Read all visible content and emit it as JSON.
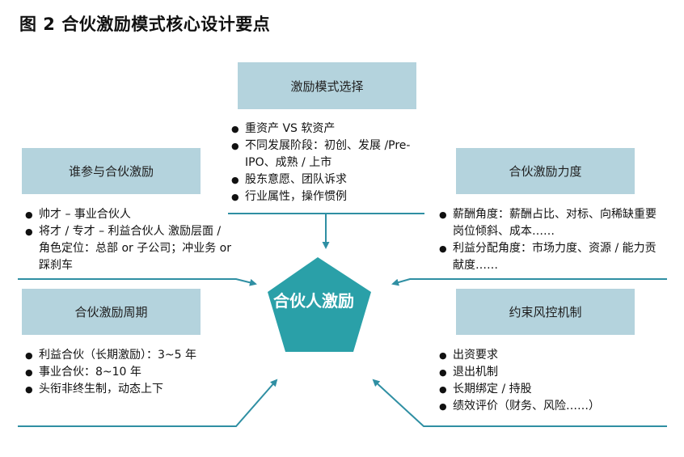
{
  "title": "图 2  合伙激励模式核心设计要点",
  "center": {
    "label": "合伙人激励"
  },
  "colors": {
    "box_fill": "#b4d3dd",
    "center_fill": "#2aa0a8",
    "arrow": "#2f8fa3"
  },
  "boxes": {
    "top": "激励模式选择",
    "left_top": "谁参与合伙激励",
    "right_top": "合伙激励力度",
    "left_bottom": "合伙激励周期",
    "right_bottom": "约束风控机制"
  },
  "lists": {
    "top": [
      "重资产 VS 软资产",
      "不同发展阶段：初创、发展 /Pre-IPO、成熟 / 上市",
      "股东意愿、团队诉求",
      "行业属性，操作惯例"
    ],
    "left_top": [
      "帅才 – 事业合伙人",
      "将才 / 专才 – 利益合伙人 激励层面 / 角色定位：总部 or 子公司；冲业务 or 踩刹车"
    ],
    "right_top": [
      "薪酬角度：薪酬占比、对标、向稀缺重要岗位倾斜、成本……",
      "利益分配角度：市场力度、资源 / 能力贡献度……"
    ],
    "left_bottom": [
      "利益合伙（长期激励）：3~5 年",
      "事业合伙：8~10 年",
      "头衔非终生制，动态上下"
    ],
    "right_bottom": [
      "出资要求",
      "退出机制",
      "长期绑定 / 持股",
      "绩效评价（财务、风险……）"
    ]
  }
}
